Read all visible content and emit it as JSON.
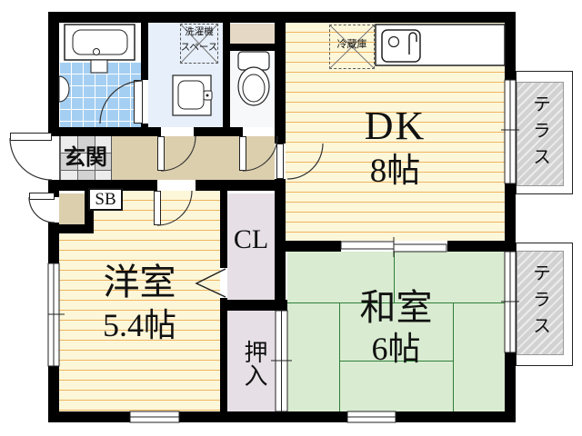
{
  "rooms": {
    "dk": {
      "name": "DK",
      "size": "8帖"
    },
    "western_room": {
      "name": "洋室",
      "size": "5.4帖"
    },
    "japanese_room": {
      "name": "和室",
      "size": "6帖"
    },
    "entrance": {
      "label": "玄関"
    },
    "shoe_box": {
      "label": "SB"
    },
    "closet": {
      "label": "CL"
    },
    "oshiire": {
      "label": "押入"
    },
    "terrace_top": {
      "label": "テラス"
    },
    "terrace_bottom": {
      "label": "テラス"
    }
  },
  "fixtures": {
    "refrigerator": {
      "label": "冷蔵庫"
    },
    "washer_space": {
      "line1": "洗濯機",
      "line2": "スペース"
    }
  },
  "colors": {
    "wall": "#000000",
    "wood-floor": "#fdf7da",
    "wood-stripe": "#efb45e",
    "tatami": "#d9ecd1",
    "tatami-line": "#2f7d37",
    "hall": "#dccfae",
    "closet-floor": "#e6e0e6",
    "bath-tile": "#a5cff2",
    "wash-floor": "#e7effa",
    "terrace": "#d2d2d2",
    "niche": "#e5d9c5"
  }
}
